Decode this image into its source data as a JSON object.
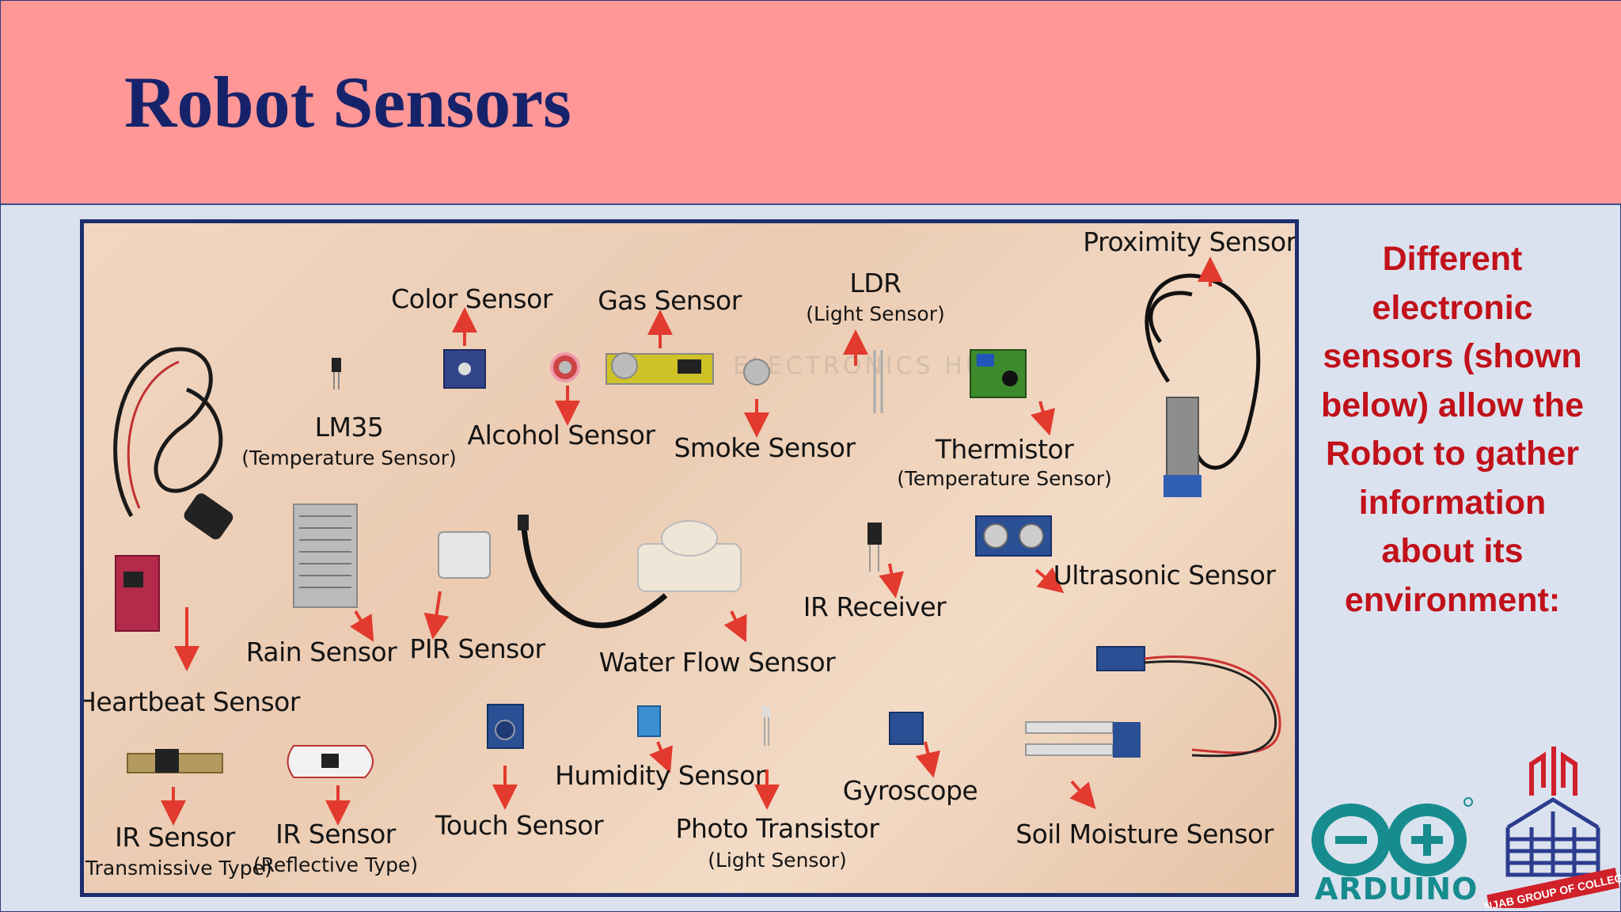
{
  "title": "Robot Sensors",
  "description": "Different electronic sensors (shown below) allow the Robot to gather information about its environment:",
  "photo": {
    "watermark": "ELECTRONICS HUB",
    "labels": [
      {
        "id": "proximity",
        "text": "Proximity Sensor"
      },
      {
        "id": "color",
        "text": "Color Sensor"
      },
      {
        "id": "gas",
        "text": "Gas Sensor"
      },
      {
        "id": "ldr",
        "text": "LDR",
        "sub": "(Light Sensor)"
      },
      {
        "id": "lm35",
        "text": "LM35",
        "sub": "(Temperature Sensor)"
      },
      {
        "id": "alcohol",
        "text": "Alcohol Sensor"
      },
      {
        "id": "smoke",
        "text": "Smoke Sensor"
      },
      {
        "id": "thermistor",
        "text": "Thermistor",
        "sub": "(Temperature Sensor)"
      },
      {
        "id": "ultrasonic",
        "text": "Ultrasonic Sensor"
      },
      {
        "id": "ir-receiver",
        "text": "IR Receiver"
      },
      {
        "id": "rain",
        "text": "Rain Sensor"
      },
      {
        "id": "pir",
        "text": "PIR Sensor"
      },
      {
        "id": "water-flow",
        "text": "Water Flow Sensor"
      },
      {
        "id": "heartbeat",
        "text": "Heartbeat Sensor"
      },
      {
        "id": "humidity",
        "text": "Humidity Sensor"
      },
      {
        "id": "gyroscope",
        "text": "Gyroscope"
      },
      {
        "id": "touch",
        "text": "Touch Sensor"
      },
      {
        "id": "photo-transistor",
        "text": "Photo Transistor",
        "sub": "(Light Sensor)"
      },
      {
        "id": "ir-transmissive",
        "text": "IR Sensor",
        "sub": "(Transmissive Type)"
      },
      {
        "id": "ir-reflective",
        "text": "IR Sensor",
        "sub": "(Reflective Type)"
      },
      {
        "id": "soil-moisture",
        "text": "Soil Moisture Sensor"
      }
    ]
  },
  "logos": {
    "arduino": "ARDUINO",
    "punjab": "PUNJAB GROUP OF COLLEGES"
  },
  "colors": {
    "header": "#ff9797",
    "title": "#16236b",
    "description": "#c1111a",
    "arrow": "#e23a2e",
    "arduino": "#178c8e",
    "punjab_red": "#d0202a",
    "punjab_blue": "#2c3d8f"
  }
}
